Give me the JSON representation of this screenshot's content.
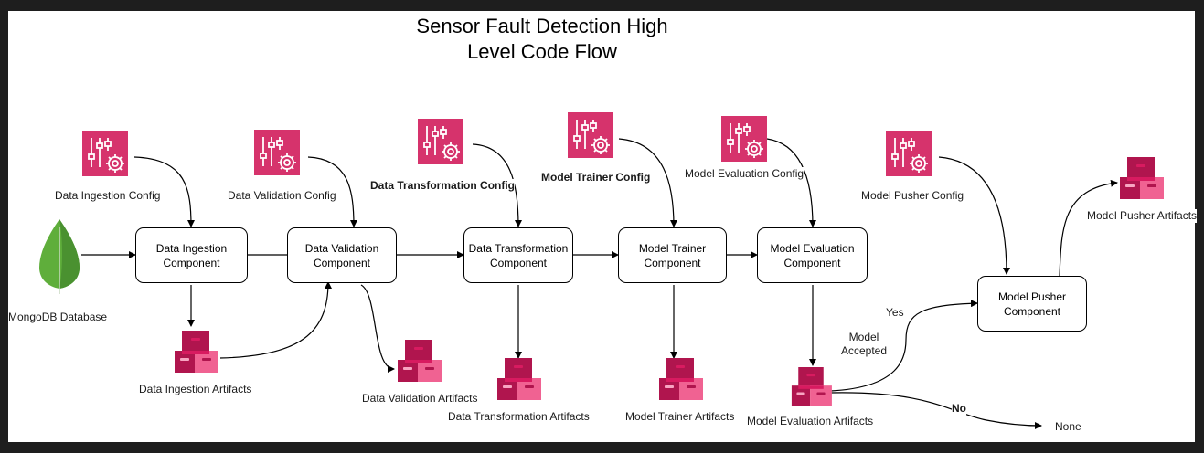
{
  "title": "Sensor Fault Detection High\nLevel Code Flow",
  "source": {
    "label": "MongoDB Database"
  },
  "configs": [
    "Data Ingestion Config",
    "Data Validation Config",
    "Data Transformation Config",
    "Model Trainer Config",
    "Model Evaluation Config",
    "Model Pusher Config"
  ],
  "components": [
    "Data Ingestion\nComponent",
    "Data Validation\nComponent",
    "Data Transformation\nComponent",
    "Model Trainer\nComponent",
    "Model Evaluation\nComponent",
    "Model Pusher\nComponent"
  ],
  "artifacts": [
    "Data Ingestion Artifacts",
    "Data Validation Artifacts",
    "Data Transformation Artifacts",
    "Model Trainer Artifacts",
    "Model Evaluation Artifacts",
    "Model Pusher Artifacts"
  ],
  "decision": {
    "label": "Model\nAccepted",
    "yes": "Yes",
    "no": "No",
    "none": "None"
  },
  "colors": {
    "config_icon": "#d6336c",
    "artifact_dark": "#b0154e",
    "artifact_mid": "#d81b60",
    "artifact_light": "#f06292",
    "leaf_dark": "#3e7d2a",
    "leaf_light": "#5fae3b"
  }
}
